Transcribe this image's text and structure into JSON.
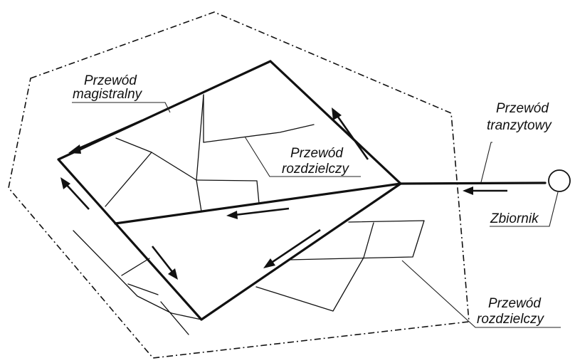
{
  "diagram": {
    "labels": {
      "przewod_magistralny_line1": "Przewód",
      "przewod_magistralny_line2": "magistralny",
      "przewod_tranzytowy_line1": "Przewód",
      "przewod_tranzytowy_line2": "tranzytowy",
      "przewod_rozdzielczy_upper_line1": "Przewód",
      "przewod_rozdzielczy_upper_line2": "rozdzielczy",
      "zbiornik": "Zbiornik",
      "przewod_rozdzielczy_lower_line1": "Przewód",
      "przewod_rozdzielczy_lower_line2": "rozdzielczy"
    },
    "colors": {
      "line": "#111111",
      "background": "#ffffff"
    }
  }
}
